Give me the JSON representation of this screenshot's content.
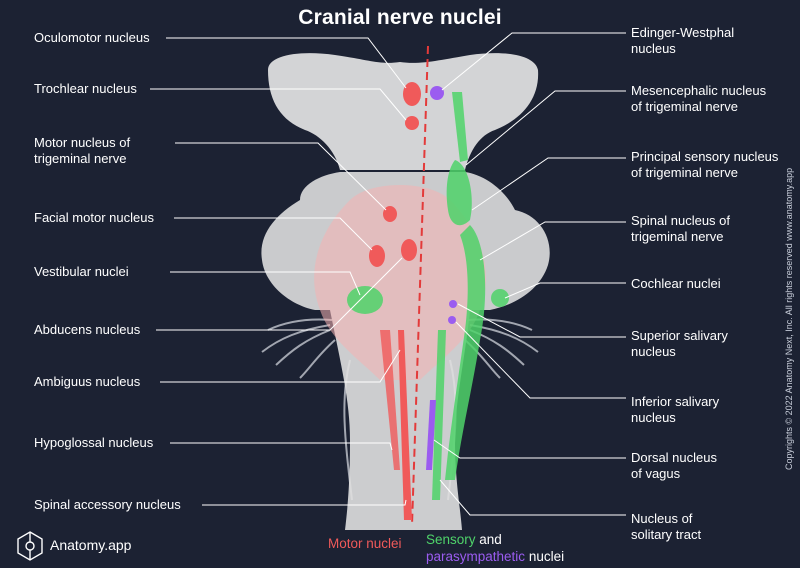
{
  "title": "Cranial nerve nuclei",
  "labels_left": [
    "Oculomotor nucleus",
    "Trochlear nucleus",
    "Motor nucleus of",
    "trigeminal nerve",
    "Facial motor nucleus",
    "Vestibular nuclei",
    "Abducens nucleus",
    "Ambiguus nucleus",
    "Hypoglossal nucleus",
    "Spinal accessory nucleus"
  ],
  "labels_right": [
    "Edinger-Westphal",
    "nucleus",
    "Mesencephalic nucleus",
    "of trigeminal nerve",
    "Principal sensory nucleus",
    "of trigeminal nerve",
    "Spinal nucleus of",
    "trigeminal nerve",
    "Cochlear nuclei",
    "Superior salivary",
    "nucleus",
    "Inferior salivary",
    "nucleus",
    "Dorsal nucleus",
    "of vagus",
    "Nucleus of",
    "solitary tract"
  ],
  "legend": {
    "motor": "Motor nuclei",
    "sensory": "Sensory",
    "and": " and",
    "parasympathetic": "parasympathetic",
    "nuclei": " nuclei"
  },
  "brand": "Anatomy.app",
  "copyright": "Copyrights © 2022 Anatomy Next, Inc. All rights reserved www.anatomy.app",
  "colors": {
    "background": "#1c2233",
    "motor": "#f05a5a",
    "sensory": "#4fd36a",
    "parasympathetic": "#9b5cf0",
    "brainstem": "#e6e6e6"
  }
}
